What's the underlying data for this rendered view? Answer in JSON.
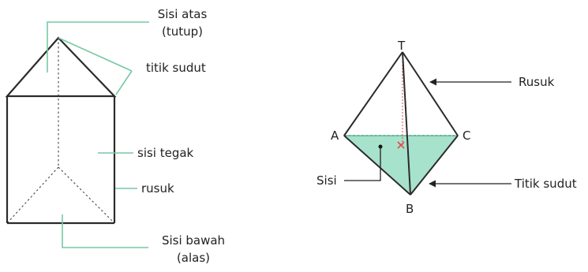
{
  "colors": {
    "outline": "#2b2b2b",
    "hidden_edge": "#555555",
    "pointer_green": "#77c9a3",
    "pointer_black": "#222222",
    "face_fill": "#a7e2cc",
    "face_edge": "#4aa383",
    "height_line": "#e04b4b",
    "foot_mark": "#e04b4b",
    "point_marker": "#111111"
  },
  "prism": {
    "top_label_line1": "Sisi atas",
    "top_label_line2": "(tutup)",
    "vertex_label": "titik sudut",
    "lateral_face_label": "sisi tegak",
    "edge_label": "rusuk",
    "bottom_label_line1": "Sisi bawah",
    "bottom_label_line2": "(alas)"
  },
  "pyramid": {
    "apex_label": "T",
    "vertex_a_label": "A",
    "vertex_b_label": "B",
    "vertex_c_label": "C",
    "edge_label": "Rusuk",
    "face_label": "Sisi",
    "vertex_label": "Titik sudut"
  }
}
